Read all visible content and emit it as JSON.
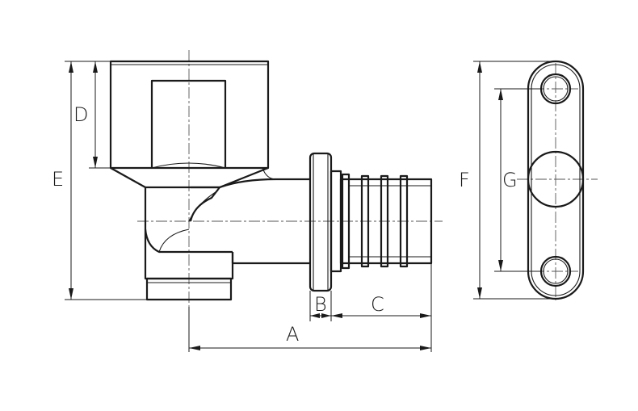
{
  "labels": {
    "A": "A",
    "B": "B",
    "C": "C",
    "D": "D",
    "E": "E",
    "F": "F",
    "G": "G"
  }
}
